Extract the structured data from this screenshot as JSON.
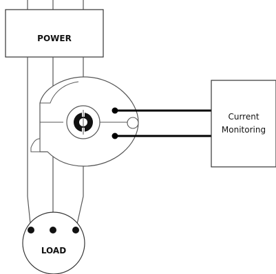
{
  "labels": {
    "power": "POWER",
    "load": "LOAD",
    "monitoring_line1": "Current",
    "monitoring_line2": "Monitoring"
  }
}
